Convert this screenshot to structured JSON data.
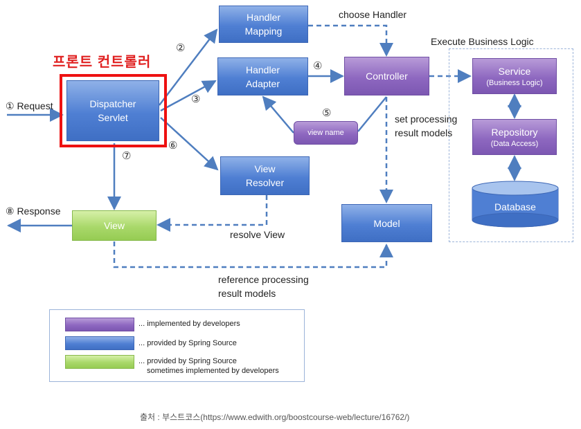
{
  "korean_title": "프론트 컨트롤러",
  "nodes": {
    "dispatcher": [
      "Dispatcher",
      "Servlet"
    ],
    "handler_mapping": [
      "Handler",
      "Mapping"
    ],
    "handler_adapter": [
      "Handler",
      "Adapter"
    ],
    "view_resolver": [
      "View",
      "Resolver"
    ],
    "controller": "Controller",
    "view_name": "view name",
    "model": "Model",
    "view": "View",
    "service": {
      "title": "Service",
      "sub": "(Business Logic)"
    },
    "repository": {
      "title": "Repository",
      "sub": "(Data Access)"
    },
    "database": "Database"
  },
  "labels": {
    "request": "① Request",
    "response": "⑧ Response",
    "choose_handler": "choose Handler",
    "execute_logic": "Execute Business Logic",
    "set_processing": [
      "set processing",
      "result models"
    ],
    "resolve_view": "resolve View",
    "reference_processing": [
      "reference processing",
      "result models"
    ]
  },
  "steps": {
    "s2": "②",
    "s3": "③",
    "s4": "④",
    "s5": "⑤",
    "s6": "⑥",
    "s7": "⑦"
  },
  "legend": [
    {
      "color": "purple",
      "text": "... implemented by developers"
    },
    {
      "color": "blue",
      "text": "... provided by Spring Source"
    },
    {
      "color": "green",
      "text": [
        "... provided by Spring Source",
        "sometimes implemented by developers"
      ]
    }
  ],
  "caption": "출처 : 부스트코스(https://www.edwith.org/boostcourse-web/lecture/16762/)",
  "colors": {
    "arrow": "#4f7ebf",
    "blue": "#4f7fd3",
    "purple": "#8e68c0",
    "green": "#a9d86a",
    "red": "#ee1111"
  }
}
